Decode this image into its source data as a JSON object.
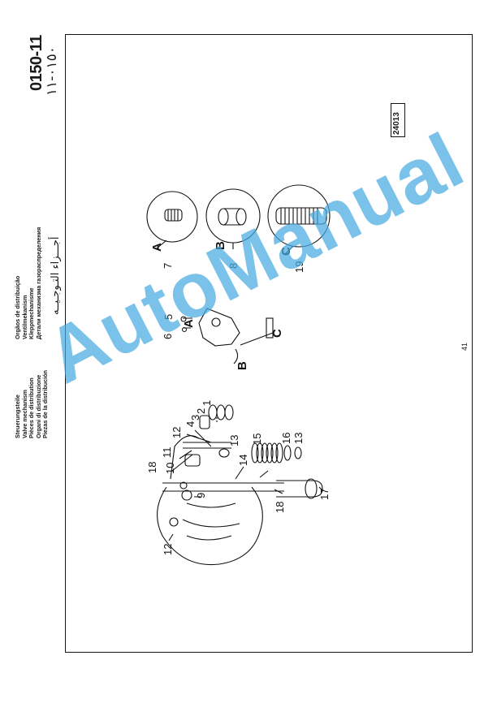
{
  "header": {
    "title_lines_left": [
      "Steuerungsteile",
      "Valve mechanism",
      "Pièces de distribution",
      "Organi di distribuzione",
      "Piezas de la distribución"
    ],
    "title_lines_right": [
      "Orgãos de distribuição",
      "Ventilmekanism",
      "Kleppmechanisme",
      "Детали механизма газораспределения"
    ],
    "title_arabic": "أجـــزاء التـوجـيــه",
    "code": "0150-11",
    "code_arabic": "٠١٥٠-١١"
  },
  "figure": {
    "reference_number": "24013",
    "detail_labels": [
      "A",
      "B",
      "C"
    ],
    "detail_part_numbers": [
      "7",
      "8",
      "19"
    ],
    "part_numbers": [
      "1",
      "2",
      "3",
      "4",
      "5",
      "6",
      "9",
      "10",
      "11",
      "12",
      "13",
      "14",
      "15",
      "16",
      "17",
      "18"
    ],
    "inline_labels": [
      "A",
      "B",
      "C"
    ]
  },
  "page_number": "41",
  "watermark": "AutoManual"
}
